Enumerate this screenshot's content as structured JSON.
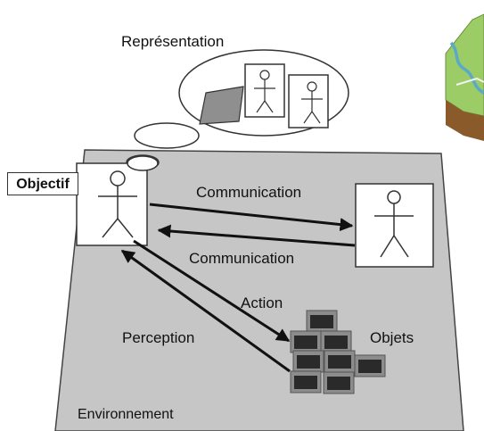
{
  "labels": {
    "representation": "Représentation",
    "objectif": "Objectif",
    "communication_out": "Communication",
    "communication_in": "Communication",
    "action": "Action",
    "perception": "Perception",
    "objets": "Objets",
    "environnement": "Environnement"
  },
  "colors": {
    "plane_fill": "#c6c6c6",
    "plane_stroke": "#444444",
    "arrow": "#111111",
    "block_face": "#2a2a2a",
    "block_frame": "#8c8c8c",
    "map_green": "#9ccc65",
    "map_water": "#5aa9c8",
    "map_soil": "#8b5a2b"
  }
}
